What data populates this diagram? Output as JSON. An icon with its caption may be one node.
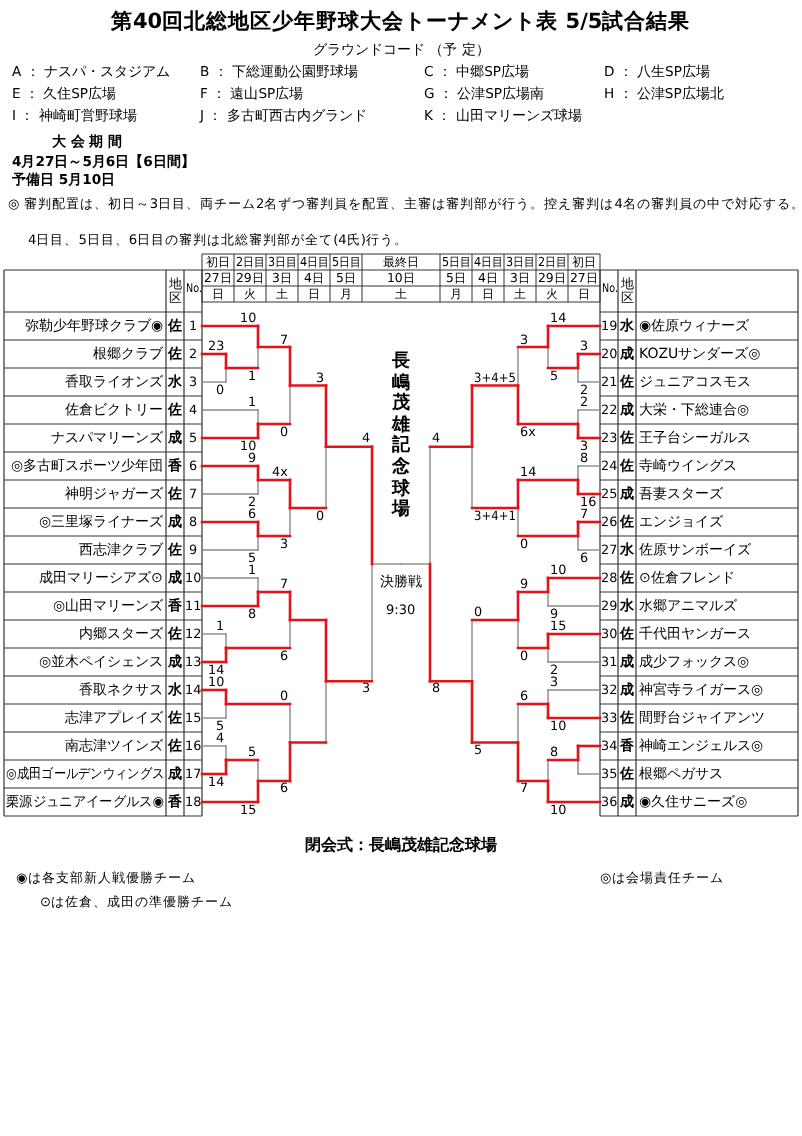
{
  "diagram": {
    "title": "第40回北総地区少年野球大会トーナメント表 5/5試合結果",
    "labels": [
      "グラウンドコード （予 定）",
      "A ： ナスパ・スタジアム",
      "B ： 下総運動公園野球場",
      "C ： 中郷SP広場",
      "D ： 八生SP広場",
      "E ： 久住SP広場",
      "F ： 遠山SP広場",
      "G ： 公津SP広場南",
      "H ： 公津SP広場北",
      "I ： 神崎町営野球場",
      "J ： 多古町西古内グランド",
      "K ： 山田マリーンズ球場",
      "大 会 期 間",
      "4月27日～5月6日【6日間】",
      "予備日 5月10日",
      "◎ 審判配置は、初日～3日目、両チーム2名ずつ審判員を配置、主審は審判部が行う。控え審判は4名の審判員の中で対応する。",
      "4日目、5日目、6日目の審判は北総審判部が全て(4氏)行う。",
      "初日",
      "2日目",
      "3日目",
      "4日目",
      "5日目",
      "最終日",
      "5日目",
      "4日目",
      "3日目",
      "2日目",
      "初日",
      "地区",
      "No.",
      "27日",
      "29日",
      "3日",
      "4日",
      "5日",
      "10日",
      "5日",
      "4日",
      "3日",
      "29日",
      "27日",
      "No.",
      "地区",
      "日",
      "火",
      "土",
      "日",
      "月",
      "土",
      "月",
      "日",
      "土",
      "火",
      "日",
      "弥勒少年野球クラブ◉",
      "佐",
      "1",
      "19",
      "水",
      "◉佐原ウィナーズ",
      "根郷クラブ",
      "佐",
      "2",
      "20",
      "成",
      "KOZUサンダーズ◎",
      "香取ライオンズ",
      "水",
      "3",
      "21",
      "佐",
      "ジュニアコスモス",
      "佐倉ビクトリー",
      "佐",
      "4",
      "22",
      "成",
      "大栄・下総連合◎",
      "ナスパマリーンズ",
      "成",
      "5",
      "23",
      "佐",
      "王子台シーガルス",
      "◎多古町スポーツ少年団",
      "香",
      "6",
      "24",
      "佐",
      "寺崎ウイングス",
      "神明ジャガーズ",
      "佐",
      "7",
      "25",
      "成",
      "吾妻スターズ",
      "◎三里塚ライナーズ",
      "成",
      "8",
      "26",
      "佐",
      "エンジョイズ",
      "西志津クラブ",
      "佐",
      "9",
      "27",
      "水",
      "佐原サンボーイズ",
      "成田マリーシアズ⊙",
      "成",
      "10",
      "28",
      "佐",
      "⊙佐倉フレンド",
      "◎山田マリーンズ",
      "香",
      "11",
      "29",
      "水",
      "水郷アニマルズ",
      "内郷スターズ",
      "佐",
      "12",
      "30",
      "佐",
      "千代田ヤンガース",
      "◎並木ペイシェンス",
      "成",
      "13",
      "31",
      "成",
      "成少フォックス◎",
      "香取ネクサス",
      "水",
      "14",
      "32",
      "成",
      "神宮寺ライガース◎",
      "志津アプレイズ",
      "佐",
      "15",
      "33",
      "佐",
      "間野台ジャイアンツ",
      "南志津ツインズ",
      "佐",
      "16",
      "34",
      "香",
      "神崎エンジェルス◎",
      "◎成田ゴールデンウィングス",
      "成",
      "17",
      "35",
      "佐",
      "根郷ペガサス",
      "栗源ジュニアイーグルス◉",
      "香",
      "18",
      "36",
      "成",
      "◉久住サニーズ◎",
      "長嶋茂雄記念球場",
      "決勝戦",
      "9:30",
      "23",
      "0",
      "10",
      "1",
      "1",
      "10",
      "7",
      "0",
      "9",
      "2",
      "6",
      "5",
      "4x",
      "3",
      "3",
      "0",
      "1",
      "8",
      "1",
      "14",
      "7",
      "6",
      "10",
      "5",
      "4",
      "14",
      "5",
      "15",
      "0",
      "6",
      "4",
      "3",
      "3",
      "2",
      "14",
      "5",
      "2",
      "3",
      "3",
      "6x",
      "8",
      "16",
      "7",
      "6",
      "14",
      "0",
      "3+4+5",
      "3+4+1",
      "10",
      "9",
      "15",
      "2",
      "9",
      "0",
      "3",
      "10",
      "8",
      "10",
      "6",
      "7",
      "0",
      "5",
      "4",
      "8",
      "閉会式：長嶋茂雄記念球場",
      "◉は各支部新人戦優勝チーム",
      "◎は会場責任チーム",
      "⊙は佐倉、成田の準優勝チーム"
    ]
  }
}
